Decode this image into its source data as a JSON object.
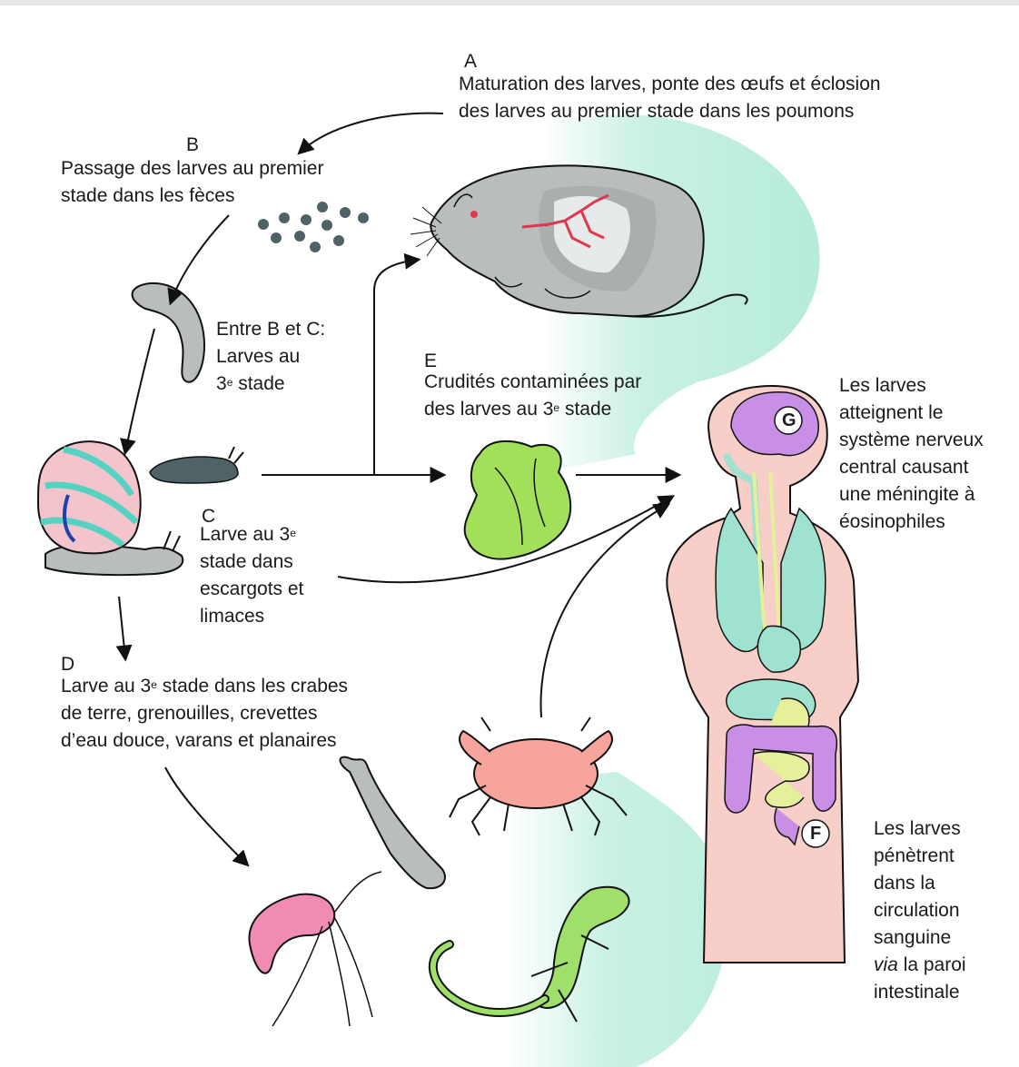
{
  "steps": {
    "a": {
      "letter": "A",
      "line1": "Maturation des larves, ponte des œufs et éclosion",
      "line2": "des larves au premier stade dans les poumons"
    },
    "b": {
      "letter": "B",
      "line1": "Passage des larves au premier",
      "line2": "stade dans les fèces"
    },
    "bc": {
      "line1": "Entre B et C:",
      "line2": "Larves au",
      "line3_pre": "3",
      "line3_sup": "e",
      "line3_post": " stade"
    },
    "c": {
      "letter": "C",
      "line1_pre": "Larve au 3",
      "line1_sup": "e",
      "line2": "stade dans",
      "line3": "escargots et",
      "line4": "limaces"
    },
    "d": {
      "letter": "D",
      "line1_pre": "Larve au 3",
      "line1_sup": "e",
      "line1_post": " stade dans les crabes",
      "line2": "de terre, grenouilles, crevettes",
      "line3": "d’eau douce, varans et planaires"
    },
    "e": {
      "letter": "E",
      "line1": "Crudités contaminées par",
      "line2_pre": "des larves au 3",
      "line2_sup": "e",
      "line2_post": " stade"
    },
    "g": {
      "letter": "G",
      "line1": "Les larves",
      "line2": "atteignent le",
      "line3": "système nerveux",
      "line4": "central causant",
      "line5": "une méningite à",
      "line6": "éosinophiles"
    },
    "f": {
      "letter": "F",
      "line1": "Les larves",
      "line2": "pénètrent",
      "line3": "dans la",
      "line4": "circulation",
      "line5": "sanguine",
      "line6_italic": "via",
      "line6_post": " la paroi",
      "line7": "intestinale"
    }
  },
  "colors": {
    "mint": "#c9f1e3",
    "rat": "#b9bdbd",
    "lung": "#e6eaea",
    "vessel": "#e0374e",
    "slug": "#4f6266",
    "snail_shell": "#f4c4cc",
    "snail_stripe": "#55d2c2",
    "lettuce": "#a3e05a",
    "crab": "#f7a49c",
    "human_skin": "#f7cfc8",
    "organ_purple": "#c98ee6",
    "organ_mint": "#9fe2cf",
    "organ_yellow": "#e6ef9a",
    "lizard": "#9ee06a",
    "shrimp": "#f08cb4",
    "planarian": "#b9bdbd"
  },
  "icons": [
    "rat-icon",
    "egg-dots-icon",
    "larva-icon",
    "snail-icon",
    "slug-icon",
    "lettuce-icon",
    "crab-icon",
    "human-body-icon",
    "shrimp-icon",
    "planarian-icon",
    "lizard-icon"
  ]
}
